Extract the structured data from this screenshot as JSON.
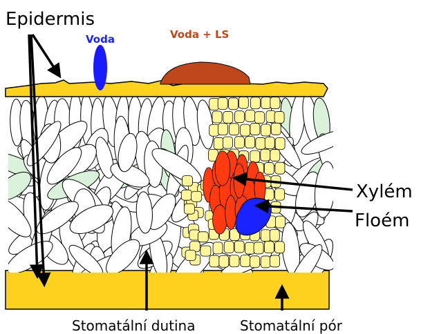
{
  "labels": {
    "epidermis": "Epidermis",
    "voda": "Voda",
    "voda_ls": "Voda + LS",
    "xylem": "Xylém",
    "floem": "Floém",
    "stomatal_cavity": "Stomatální dutina",
    "stomatal_pore": "Stomatální pór"
  },
  "colors": {
    "epidermis": "#ffd21f",
    "voda": "#1a1aff",
    "voda_ls": "#c0461c",
    "xylem": "#ff3b0f",
    "floem": "#1a22ff",
    "parenchyma": "#fff59a",
    "mesophyll_cell": "#ffffff",
    "chloroplast_tint": "#d9f2d9"
  }
}
